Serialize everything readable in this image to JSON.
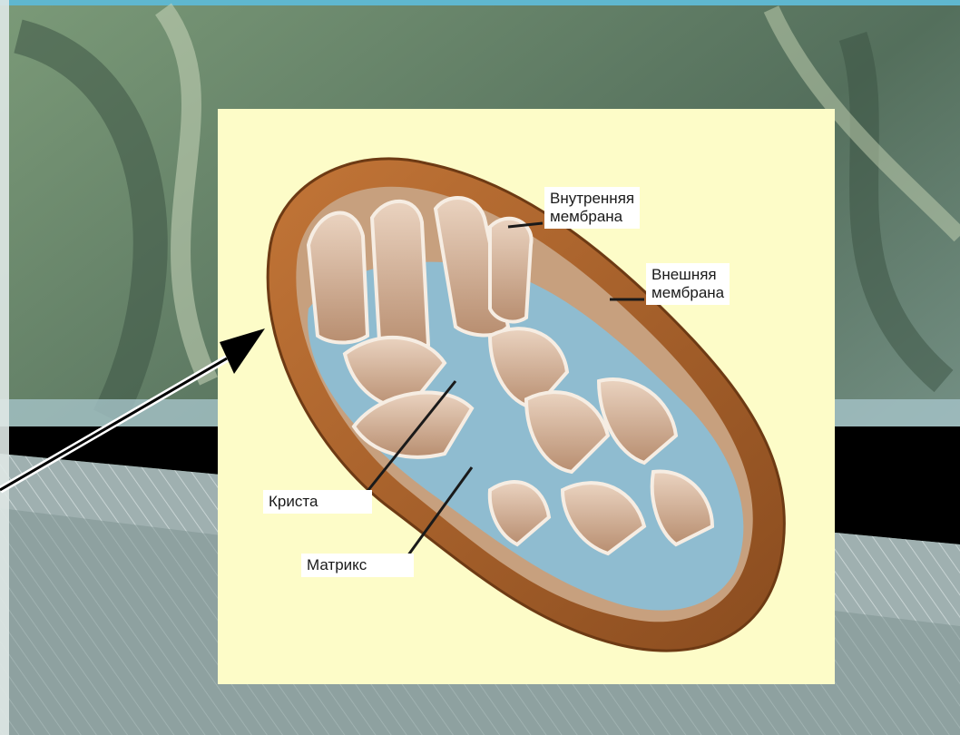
{
  "diagram": {
    "labels": {
      "inner_membrane": "Внутренняя\nмембрана",
      "outer_membrane": "Внешняя\nмембрана",
      "crista": "Криста",
      "matrix": "Матрикс"
    }
  },
  "colors": {
    "panel_background": "#fdfcc8",
    "outer_membrane": "#b5652b",
    "inner_membrane": "#d9b08f",
    "matrix": "#8fbcd0"
  }
}
